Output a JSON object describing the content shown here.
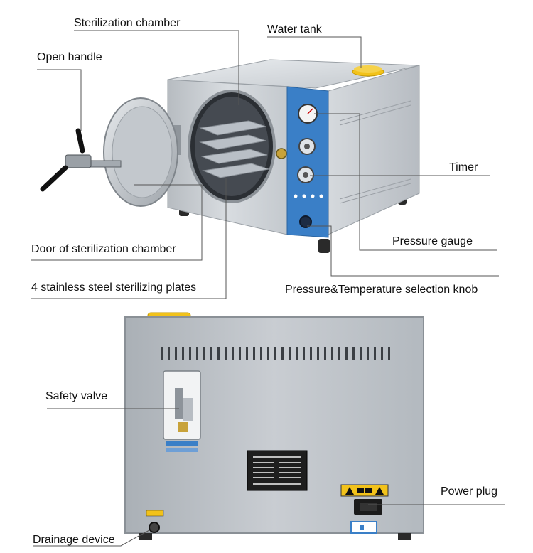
{
  "labels": {
    "sterilization_chamber": "Sterilization chamber",
    "water_tank": "Water tank",
    "open_handle": "Open handle",
    "timer": "Timer",
    "pressure_gauge": "Pressure gauge",
    "door": "Door of sterilization chamber",
    "plates": "4 stainless steel sterilizing plates",
    "selection_knob": "Pressure&Temperature selection knob",
    "safety_valve": "Safety valve",
    "power_plug": "Power plug",
    "drainage_device": "Drainage device"
  },
  "colors": {
    "body_steel": "#c9cdd1",
    "panel_blue": "#3a7fc7",
    "tank_cap": "#f2c21a",
    "leader_line": "#555555"
  }
}
